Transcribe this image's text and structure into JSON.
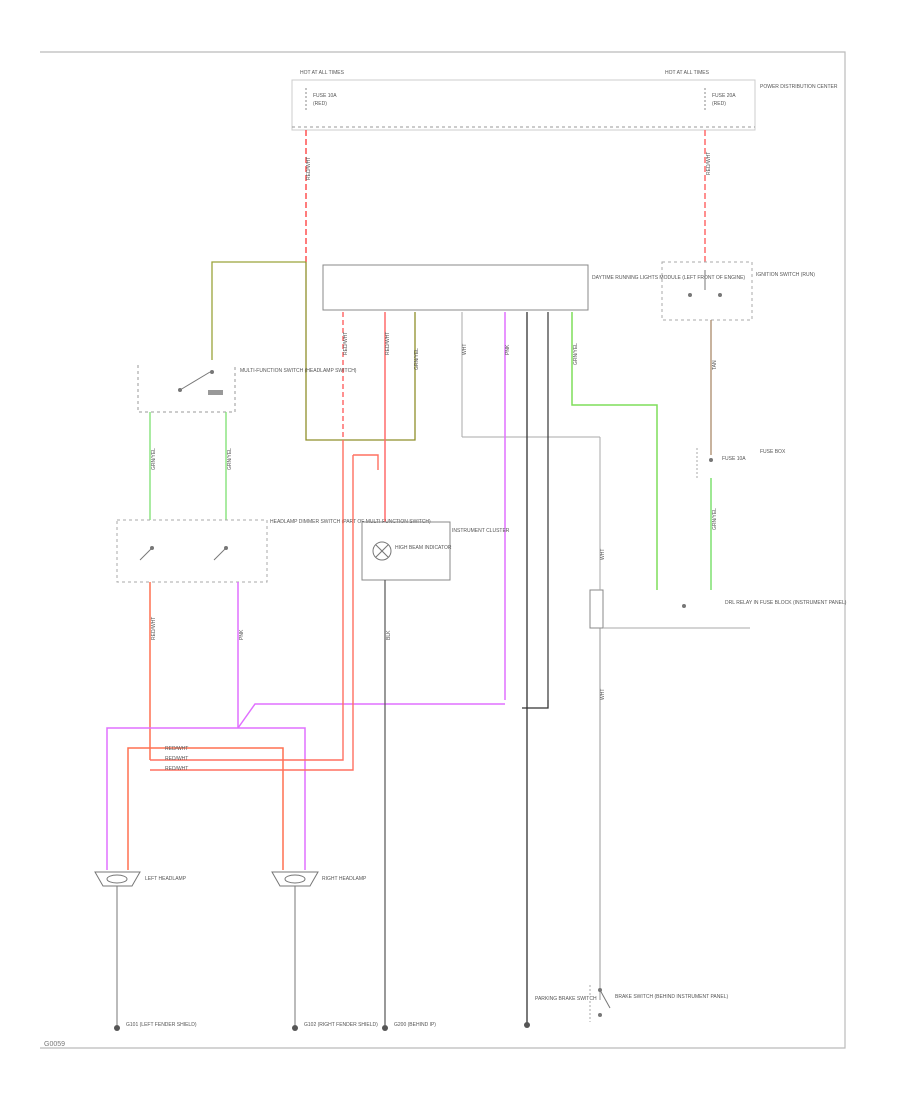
{
  "diagram": {
    "fuse_box": {
      "left_header": "HOT AT ALL TIMES",
      "right_header": "HOT AT ALL TIMES",
      "left_fuse": "FUSE 10A",
      "right_fuse": "FUSE 20A",
      "left_fuse_sub": "(RED)",
      "right_fuse_sub": "(RED)",
      "label": "POWER DISTRIBUTION CENTER"
    },
    "daytime_module": {
      "label": "DAYTIME RUNNING LIGHTS MODULE (LEFT FRONT OF ENGINE)"
    },
    "multifunction_switch": {
      "label": "MULTI-FUNCTION SWITCH (HEADLAMP SWITCH)"
    },
    "dimmer_switch": {
      "label": "HEADLAMP DIMMER SWITCH (PART OF MULTI-FUNCTION SWITCH)"
    },
    "high_beam_indicator": {
      "label": "HIGH BEAM INDICATOR",
      "sub": "INSTRUMENT CLUSTER"
    },
    "ignition_switch": {
      "label": "IGNITION SWITCH (RUN)"
    },
    "fuse_right": {
      "label": "FUSE BOX",
      "value": "FUSE 10A"
    },
    "relay": {
      "label": "DRL RELAY IN FUSE BLOCK (INSTRUMENT PANEL)"
    },
    "left_headlamp": {
      "label": "LEFT HEADLAMP"
    },
    "right_headlamp": {
      "label": "RIGHT HEADLAMP"
    },
    "parking_brake_switch": {
      "label": "PARKING BRAKE SWITCH"
    },
    "brake_switch": {
      "label": "BRAKE SWITCH (BEHIND INSTRUMENT PANEL)"
    },
    "grounds": {
      "g1": "G101 (LEFT FENDER SHIELD)",
      "g2": "G102 (RIGHT FENDER SHIELD)",
      "g3": "G200 (BEHIND IP)"
    },
    "wire_labels": {
      "w_red": "RED/WHT",
      "w_grn": "GRN/YEL",
      "w_pnk": "PNK",
      "w_blk": "BLK",
      "w_tan": "TAN",
      "w_wht": "WHT"
    },
    "footer_code": "G0059"
  }
}
